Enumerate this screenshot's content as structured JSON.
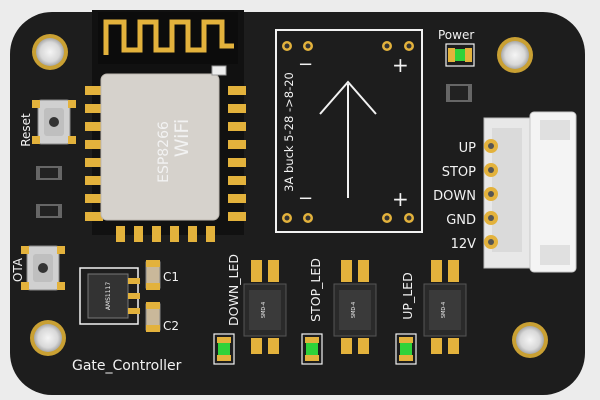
{
  "board": {
    "name": "Gate_Controller",
    "module": {
      "brand": "WiFi",
      "model": "ESP8266"
    },
    "buck": {
      "label": "3A buck 5-28 ->8-20",
      "minus": "−",
      "plus": "+"
    },
    "power_label": "Power",
    "reset_label": "Reset",
    "ota_label": "OTA",
    "caps": [
      "C1",
      "C2"
    ],
    "leds": [
      "DOWN_LED",
      "STOP_LED",
      "UP_LED"
    ],
    "relay_marking": "SMD-4",
    "regulator_marking": "AMS1117",
    "connector_pins": [
      "UP",
      "STOP",
      "DOWN",
      "GND",
      "12V"
    ]
  },
  "colors": {
    "pcb": "#1d1d1d",
    "silk": "#f2f2f2",
    "pad": "#e3b23c",
    "led_green": "#2fd23a"
  }
}
